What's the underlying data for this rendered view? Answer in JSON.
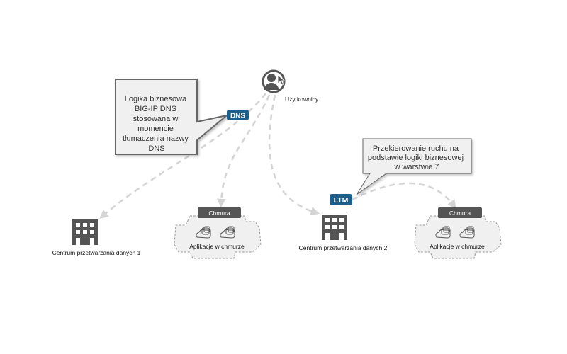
{
  "users": {
    "label": "Użytkownicy",
    "icon": "user-cursor-icon"
  },
  "dns_callout": {
    "lines": [
      "Logika biznesowa",
      "BIG-IP DNS",
      "stosowana w",
      "momencie",
      "tłumaczenia nazwy",
      "DNS"
    ]
  },
  "ltm_callout": {
    "lines": [
      "Przekierowanie ruchu na",
      "podstawie logiki biznesowej",
      "w warstwie 7"
    ]
  },
  "badges": {
    "dns": "DNS",
    "ltm": "LTM"
  },
  "datacenters": [
    {
      "label": "Centrum przetwarzania danych 1",
      "icon": "building-icon"
    },
    {
      "label": "Centrum przetwarzania danych 2",
      "icon": "building-icon"
    }
  ],
  "clouds": [
    {
      "tab": "Chmura",
      "label": "Aplikacje w chmurze"
    },
    {
      "tab": "Chmura",
      "label": "Aplikacje w chmurze"
    }
  ],
  "colors": {
    "badge": "#1c5f8c",
    "icon": "#555555",
    "dash": "#d4d4d4",
    "callout_fill": "#f0f0f0"
  }
}
